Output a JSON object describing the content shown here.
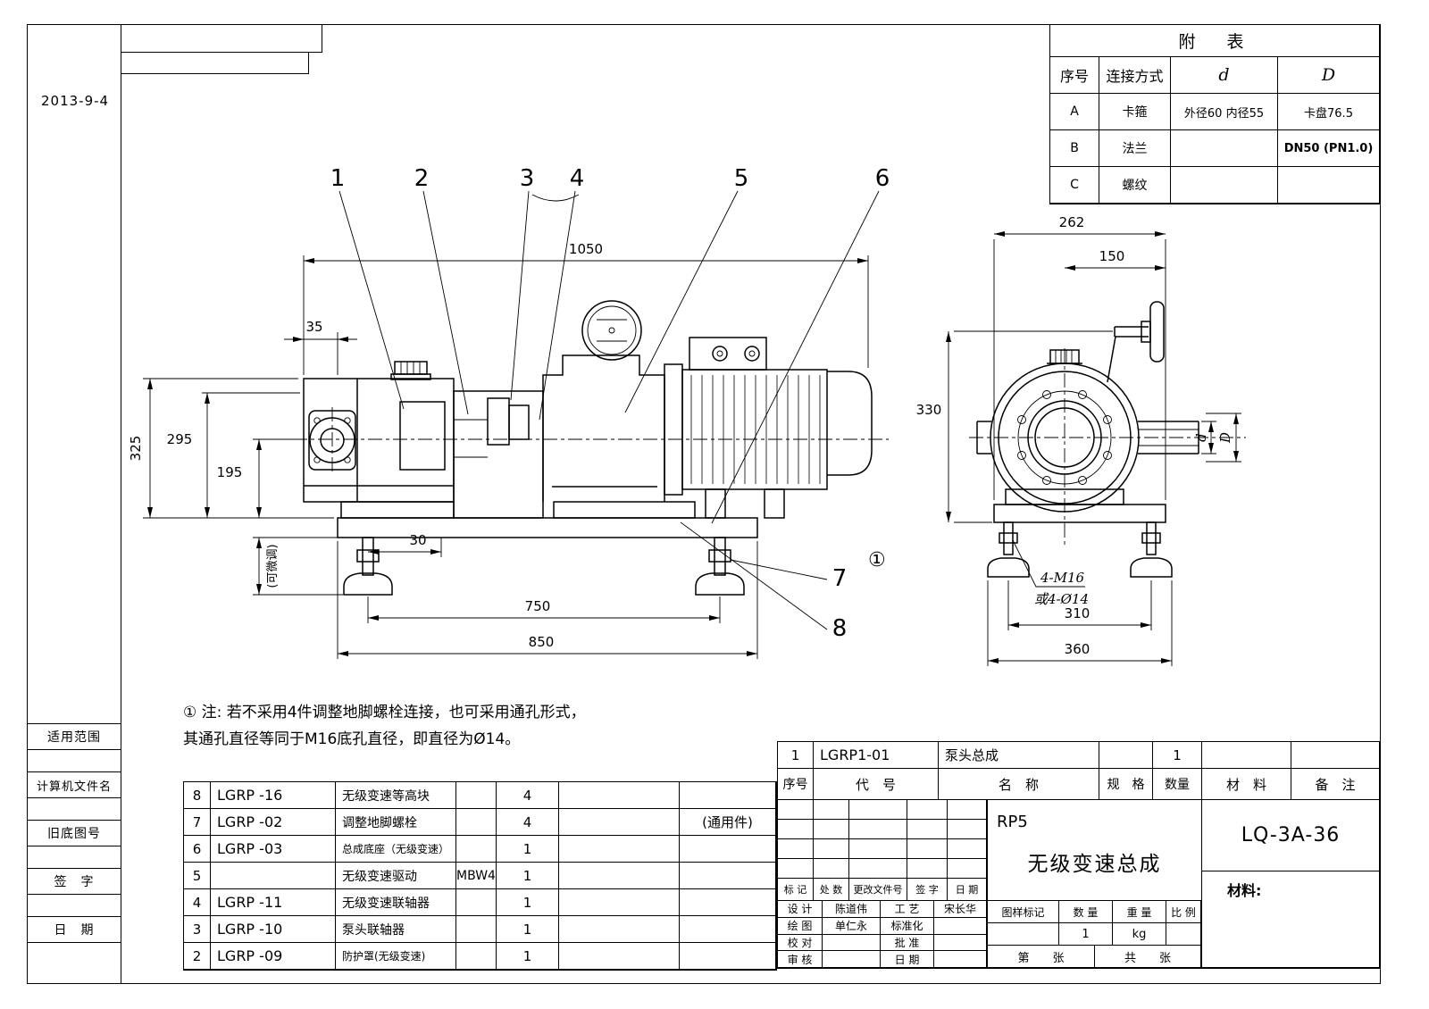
{
  "page": {
    "date": "2013-9-4"
  },
  "sidebar": {
    "labels": [
      "适用范围",
      "计算机文件名",
      "旧底图号",
      "签　字",
      "日　期"
    ]
  },
  "attached_table": {
    "title": "附　表",
    "headers": {
      "no": "序号",
      "method": "连接方式",
      "d": "d",
      "D": "D"
    },
    "rows": [
      {
        "no": "A",
        "method": "卡箍",
        "d": "外径60 内径55",
        "D": "卡盘76.5"
      },
      {
        "no": "B",
        "method": "法兰",
        "d": "",
        "D": "DN50 (PN1.0)"
      },
      {
        "no": "C",
        "method": "螺纹",
        "d": "",
        "D": ""
      }
    ]
  },
  "drawing": {
    "callouts": {
      "c1": "1",
      "c2": "2",
      "c3": "3",
      "c4": "4",
      "c5": "5",
      "c6": "6",
      "c7": "7",
      "c8": "8",
      "note_ref": "①"
    },
    "dims_front": {
      "d1050": "1050",
      "d35": "35",
      "d325": "325",
      "d295": "295",
      "d195": "195",
      "adjustable": "(可微调)",
      "d30": "30",
      "d750": "750",
      "d850": "850"
    },
    "dims_side": {
      "d262": "262",
      "d150": "150",
      "d330": "330",
      "d310": "310",
      "d360": "360",
      "bolt_line1": "4-M16",
      "bolt_line2": "或4-Ø14",
      "shaft_d": "d",
      "shaft_D": "D"
    },
    "note_line1": "① 注: 若不采用4件调整地脚螺栓连接，也可采用通孔形式，",
    "note_line2": "其通孔直径等同于M16底孔直径，即直径为Ø14。"
  },
  "parts_table": {
    "rows": [
      {
        "no": "8",
        "code": "LGRP -16",
        "name": "无级变速等高块",
        "spec": "",
        "qty": "4",
        "note": ""
      },
      {
        "no": "7",
        "code": "LGRP -02",
        "name": "调整地脚螺栓",
        "spec": "",
        "qty": "4",
        "note": "(通用件)"
      },
      {
        "no": "6",
        "code": "LGRP -03",
        "name": "总成底座（无级变速）",
        "spec": "",
        "qty": "1",
        "note": ""
      },
      {
        "no": "5",
        "code": "",
        "name": "无级变速驱动",
        "spec": "MBW4",
        "qty": "1",
        "note": ""
      },
      {
        "no": "4",
        "code": "LGRP -11",
        "name": "无级变速联轴器",
        "spec": "",
        "qty": "1",
        "note": ""
      },
      {
        "no": "3",
        "code": "LGRP -10",
        "name": "泵头联轴器",
        "spec": "",
        "qty": "1",
        "note": ""
      },
      {
        "no": "2",
        "code": "LGRP -09",
        "name": "防护罩(无级变速)",
        "spec": "",
        "qty": "1",
        "note": ""
      }
    ]
  },
  "title_block": {
    "item_row": {
      "no": "1",
      "code": "LGRP1-01",
      "name": "泵头总成",
      "spec": "",
      "qty": "1",
      "material": "",
      "remark": ""
    },
    "headers": {
      "no": "序号",
      "code": "代　号",
      "name": "名　称",
      "spec": "规　格",
      "qty": "数量",
      "material": "材　料",
      "remark": "备　注"
    },
    "rev_headers": {
      "mark": "标 记",
      "count": "处 数",
      "doc": "更改文件号",
      "sign": "签 字",
      "date": "日 期"
    },
    "roles": {
      "design_label": "设 计",
      "design_name": "陈道伟",
      "process_label": "工 艺",
      "process_name": "宋长华",
      "draw_label": "绘 图",
      "draw_name": "单仁永",
      "standard_label": "标准化",
      "check_label": "校 对",
      "approve_label": "批 准",
      "review_label": "审 核",
      "date_label": "日 期"
    },
    "product_code": "RP5",
    "product_title": "无级变速总成",
    "drawing_no": "LQ-3A-36",
    "material_label": "材料:",
    "stamp": {
      "mark_label": "图样标记",
      "qty_label": "数 量",
      "weight_label": "重 量",
      "scale_label": "比 例",
      "qty_value": "1",
      "weight_unit": "kg"
    },
    "sheet_label": "第　　张",
    "total_label": "共　　张"
  }
}
